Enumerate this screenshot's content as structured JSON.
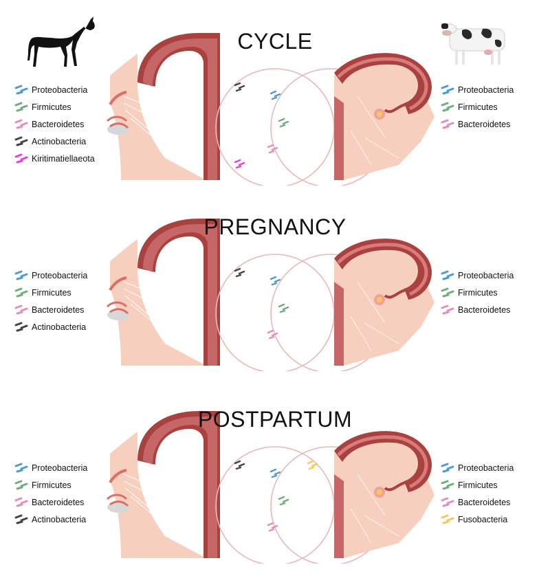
{
  "colors": {
    "Proteobacteria": "#4f9bd0",
    "Firmicutes": "#6fae7c",
    "Bacteroidetes": "#e08fbf",
    "Actinobacteria": "#454545",
    "Kiritimatiellaeota": "#e53ee6",
    "Fusobacteria": "#f4c95a"
  },
  "icons": {
    "left_animal": "horse-icon",
    "right_animal": "cow-icon"
  },
  "panels": [
    {
      "title": "CYCLE",
      "left_phyla": [
        "Proteobacteria",
        "Firmicutes",
        "Bacteroidetes",
        "Actinobacteria",
        "Kiritimatiellaeota"
      ],
      "right_phyla": [
        "Proteobacteria",
        "Firmicutes",
        "Bacteroidetes"
      ],
      "venn": {
        "left_only": [
          "Actinobacteria",
          "Kiritimatiellaeota"
        ],
        "shared": [
          "Proteobacteria",
          "Firmicutes",
          "Bacteroidetes"
        ],
        "right_only": []
      }
    },
    {
      "title": "PREGNANCY",
      "left_phyla": [
        "Proteobacteria",
        "Firmicutes",
        "Bacteroidetes",
        "Actinobacteria"
      ],
      "right_phyla": [
        "Proteobacteria",
        "Firmicutes",
        "Bacteroidetes"
      ],
      "venn": {
        "left_only": [
          "Actinobacteria"
        ],
        "shared": [
          "Proteobacteria",
          "Firmicutes",
          "Bacteroidetes"
        ],
        "right_only": []
      }
    },
    {
      "title": "POSTPARTUM",
      "left_phyla": [
        "Proteobacteria",
        "Firmicutes",
        "Bacteroidetes",
        "Actinobacteria"
      ],
      "right_phyla": [
        "Proteobacteria",
        "Firmicutes",
        "Bacteroidetes",
        "Fusobacteria"
      ],
      "venn": {
        "left_only": [
          "Actinobacteria"
        ],
        "shared": [
          "Proteobacteria",
          "Firmicutes",
          "Bacteroidetes"
        ],
        "right_only": [
          "Fusobacteria"
        ]
      }
    }
  ]
}
